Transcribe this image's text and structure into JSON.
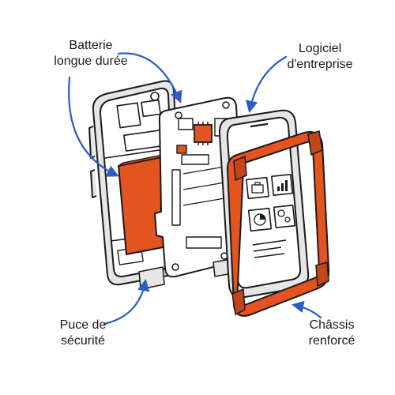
{
  "callouts": {
    "battery": {
      "line1": "Batterie",
      "line2": "longue durée"
    },
    "software": {
      "line1": "Logiciel",
      "line2": "d'entreprise"
    },
    "chip": {
      "line1": "Puce de",
      "line2": "sécurité"
    },
    "chassis": {
      "line1": "Châssis",
      "line2": "renforcé"
    }
  },
  "colors": {
    "accent": "#e35420",
    "outline": "#1a1a1a",
    "arrow": "#2b5cc8",
    "fill": "#ffffff",
    "shade": "#e6e6e6"
  }
}
